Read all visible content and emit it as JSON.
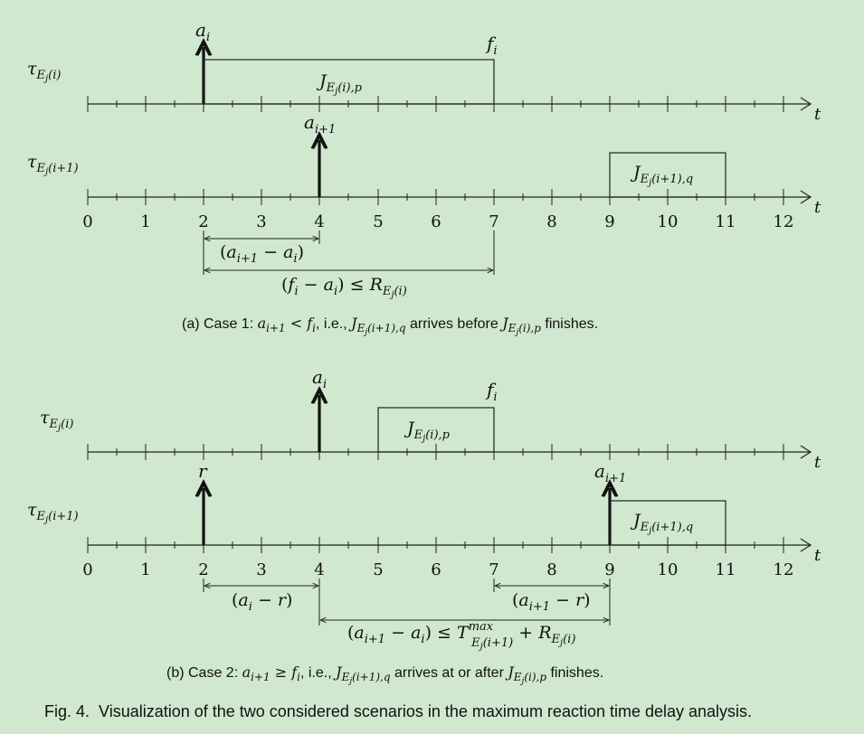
{
  "axis_label": "t",
  "tick_labels": [
    "0",
    "1",
    "2",
    "3",
    "4",
    "5",
    "6",
    "7",
    "8",
    "9",
    "10",
    "11",
    "12"
  ],
  "panel_a": {
    "row1_name": "τEj(i)",
    "row2_name": "τEj(i+1)",
    "arrival_i": "a_i",
    "finish_i": "f_i",
    "job_p": "JEj(i),p",
    "arrival_i1": "a_{i+1}",
    "job_q": "JEj(i+1),q",
    "meas1": "(a_{i+1} − a_i)",
    "meas2": "(f_i − a_i) ≤ R_{Ej(i)}",
    "caption": "(a) Case 1: a_{i+1} < f_i, i.e., J_{Ej(i+1),q} arrives before J_{Ej(i),p} finishes.",
    "values": {
      "a_i": 2,
      "f_i": 7,
      "a_i1": 4,
      "job_q_start": 9,
      "job_q_end": 11
    }
  },
  "panel_b": {
    "row1_name": "τEj(i)",
    "row2_name": "τEj(i+1)",
    "arrival_i": "a_i",
    "finish_i": "f_i",
    "job_p": "JEj(i),p",
    "release": "r",
    "arrival_i1": "a_{i+1}",
    "job_q": "JEj(i+1),q",
    "meas1": "(a_i − r)",
    "meas2": "(a_{i+1} − r)",
    "meas3": "(a_{i+1} − a_i) ≤ T^{max}_{Ej(i+1)} + R_{Ej(i)}",
    "caption": "(b) Case 2: a_{i+1} ≥ f_i, i.e., J_{Ej(i+1),q} arrives at or after J_{Ej(i),p} finishes.",
    "values": {
      "r": 2,
      "a_i": 4,
      "job_p_start": 5,
      "f_i": 7,
      "a_i1": 9,
      "job_q_end": 11
    }
  },
  "figure_caption": "Fig. 4.  Visualization of the two considered scenarios in the maximum reaction time delay analysis."
}
